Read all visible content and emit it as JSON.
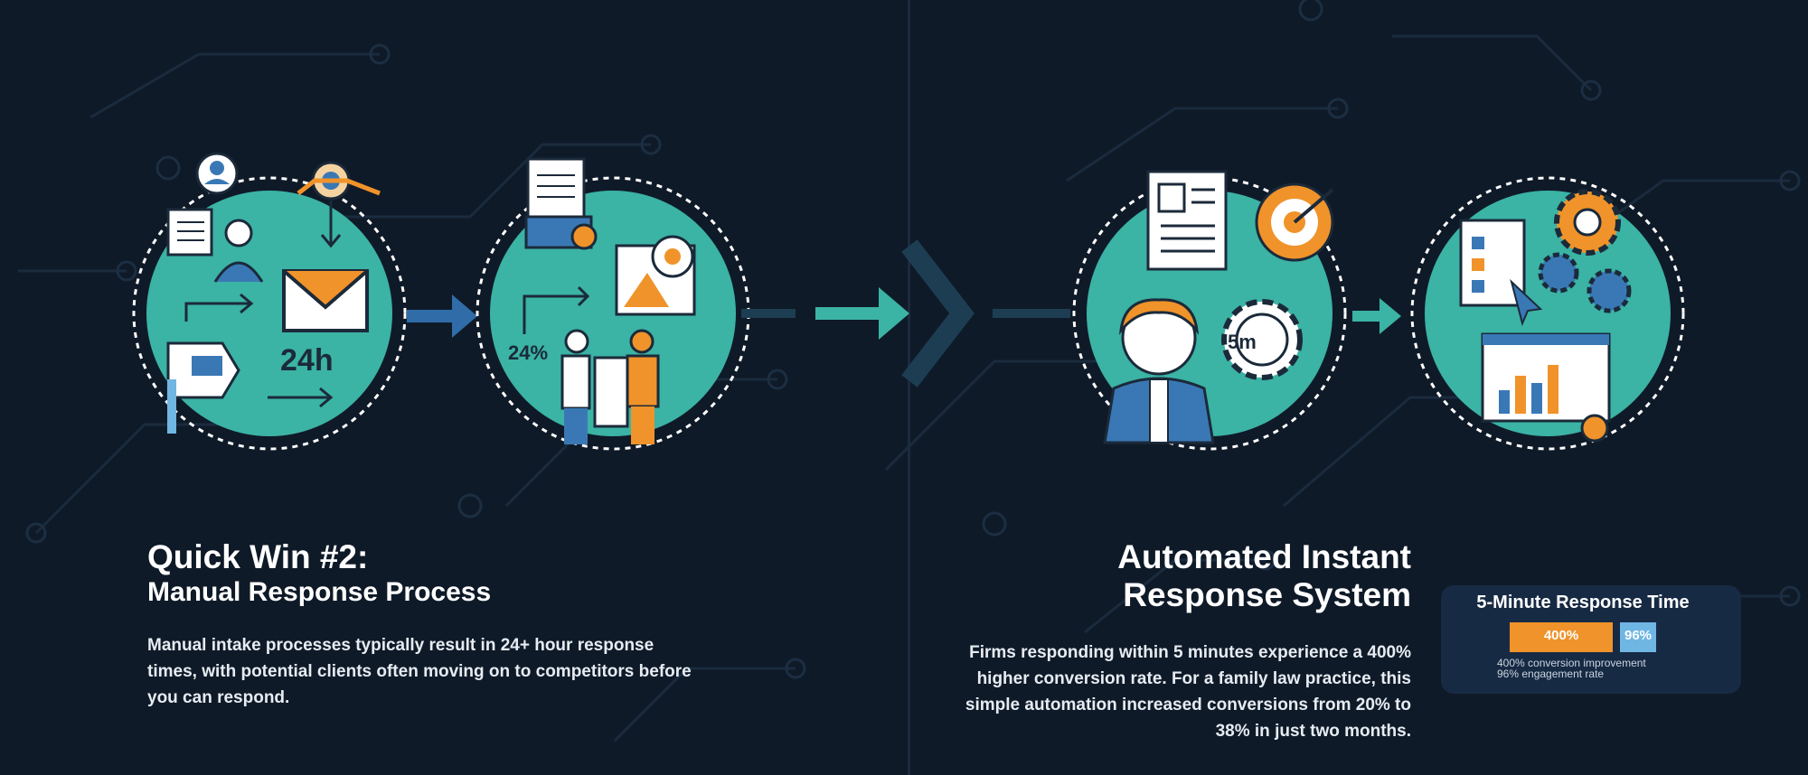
{
  "left": {
    "title": "Quick Win #2:",
    "subtitle": "Manual Response Process",
    "paragraph": "Manual intake processes typically result in 24+ hour response times, with potential clients often moving on to competitors before you can respond.",
    "badge_24h": "24h",
    "badge_24pct": "24%"
  },
  "right": {
    "title_line1": "Automated Instant",
    "title_line2": "Response System",
    "paragraph": "Firms responding within 5 minutes experience a 400% higher conversion rate. For a family law practice, this simple automation increased conversions from 20% to 38% in just two months.",
    "badge_5m": "5m"
  },
  "stat_card": {
    "title": "5-Minute Response Time",
    "bar1_label": "400%",
    "bar2_label": "96%",
    "bar1_value": 400,
    "bar2_value": 96,
    "caption1": "400% conversion improvement",
    "caption2": "96% engagement rate"
  },
  "colors": {
    "background": "#0f1a28",
    "teal": "#3bb3a5",
    "orange": "#f0932a",
    "blue": "#3a78b5",
    "light_blue": "#6fb6e3"
  }
}
